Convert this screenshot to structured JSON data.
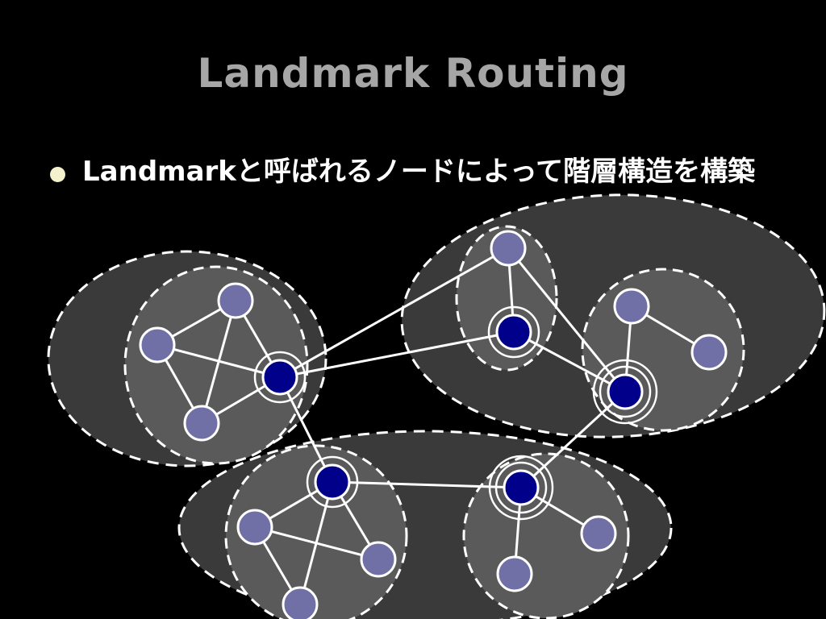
{
  "slide": {
    "title": "Landmark Routing",
    "bullet": "Landmarkと呼ばれるノードによって階層構造を構築"
  },
  "colors": {
    "background": "#000000",
    "title": "#a6a6a6",
    "bullet_dot": "#f4f2cc",
    "outer_region": "#3a3a3a",
    "inner_region": "#5a5a5a",
    "node": "#7070a6",
    "landmark": "#00008b",
    "edge": "#ffffff"
  },
  "diagram": {
    "node_kinds": [
      "node",
      "landmark-1",
      "landmark-2"
    ]
  }
}
